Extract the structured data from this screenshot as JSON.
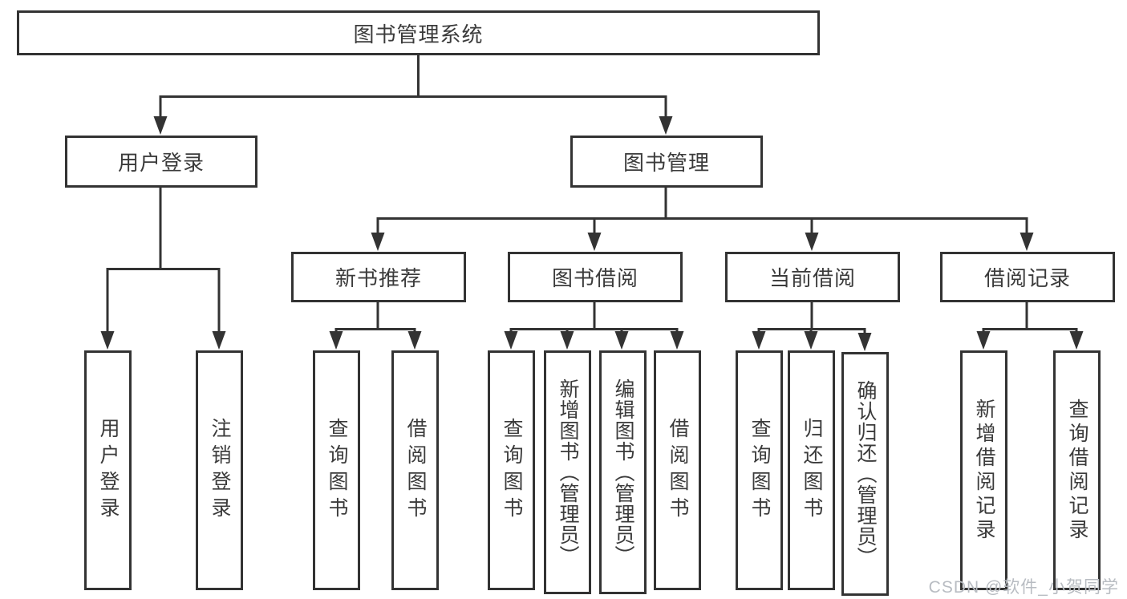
{
  "diagram": {
    "root": {
      "label": "图书管理系统"
    },
    "level1": [
      {
        "label": "用户登录"
      },
      {
        "label": "图书管理"
      }
    ],
    "level2": [
      {
        "label": "新书推荐"
      },
      {
        "label": "图书借阅"
      },
      {
        "label": "当前借阅"
      },
      {
        "label": "借阅记录"
      }
    ],
    "leaves": {
      "user_login": [
        {
          "label": "用户登录"
        },
        {
          "label": "注销登录"
        }
      ],
      "new_book": [
        {
          "label": "查询图书"
        },
        {
          "label": "借阅图书"
        }
      ],
      "book_borrow": [
        {
          "label": "查询图书"
        },
        {
          "label": "新增图书（管理员）"
        },
        {
          "label": "编辑图书（管理员）"
        },
        {
          "label": "借阅图书"
        }
      ],
      "current_borrow": [
        {
          "label": "查询图书"
        },
        {
          "label": "归还图书"
        },
        {
          "label": "确认归还（管理员）"
        }
      ],
      "records": [
        {
          "label": "新增借阅记录"
        },
        {
          "label": "查询借阅记录"
        }
      ]
    },
    "colors": {
      "line": "#333333",
      "text": "#3b3b3b",
      "background": "#ffffff",
      "watermark_color": "#b8bcc2"
    },
    "watermark": "CSDN @软件_小贺同学"
  }
}
